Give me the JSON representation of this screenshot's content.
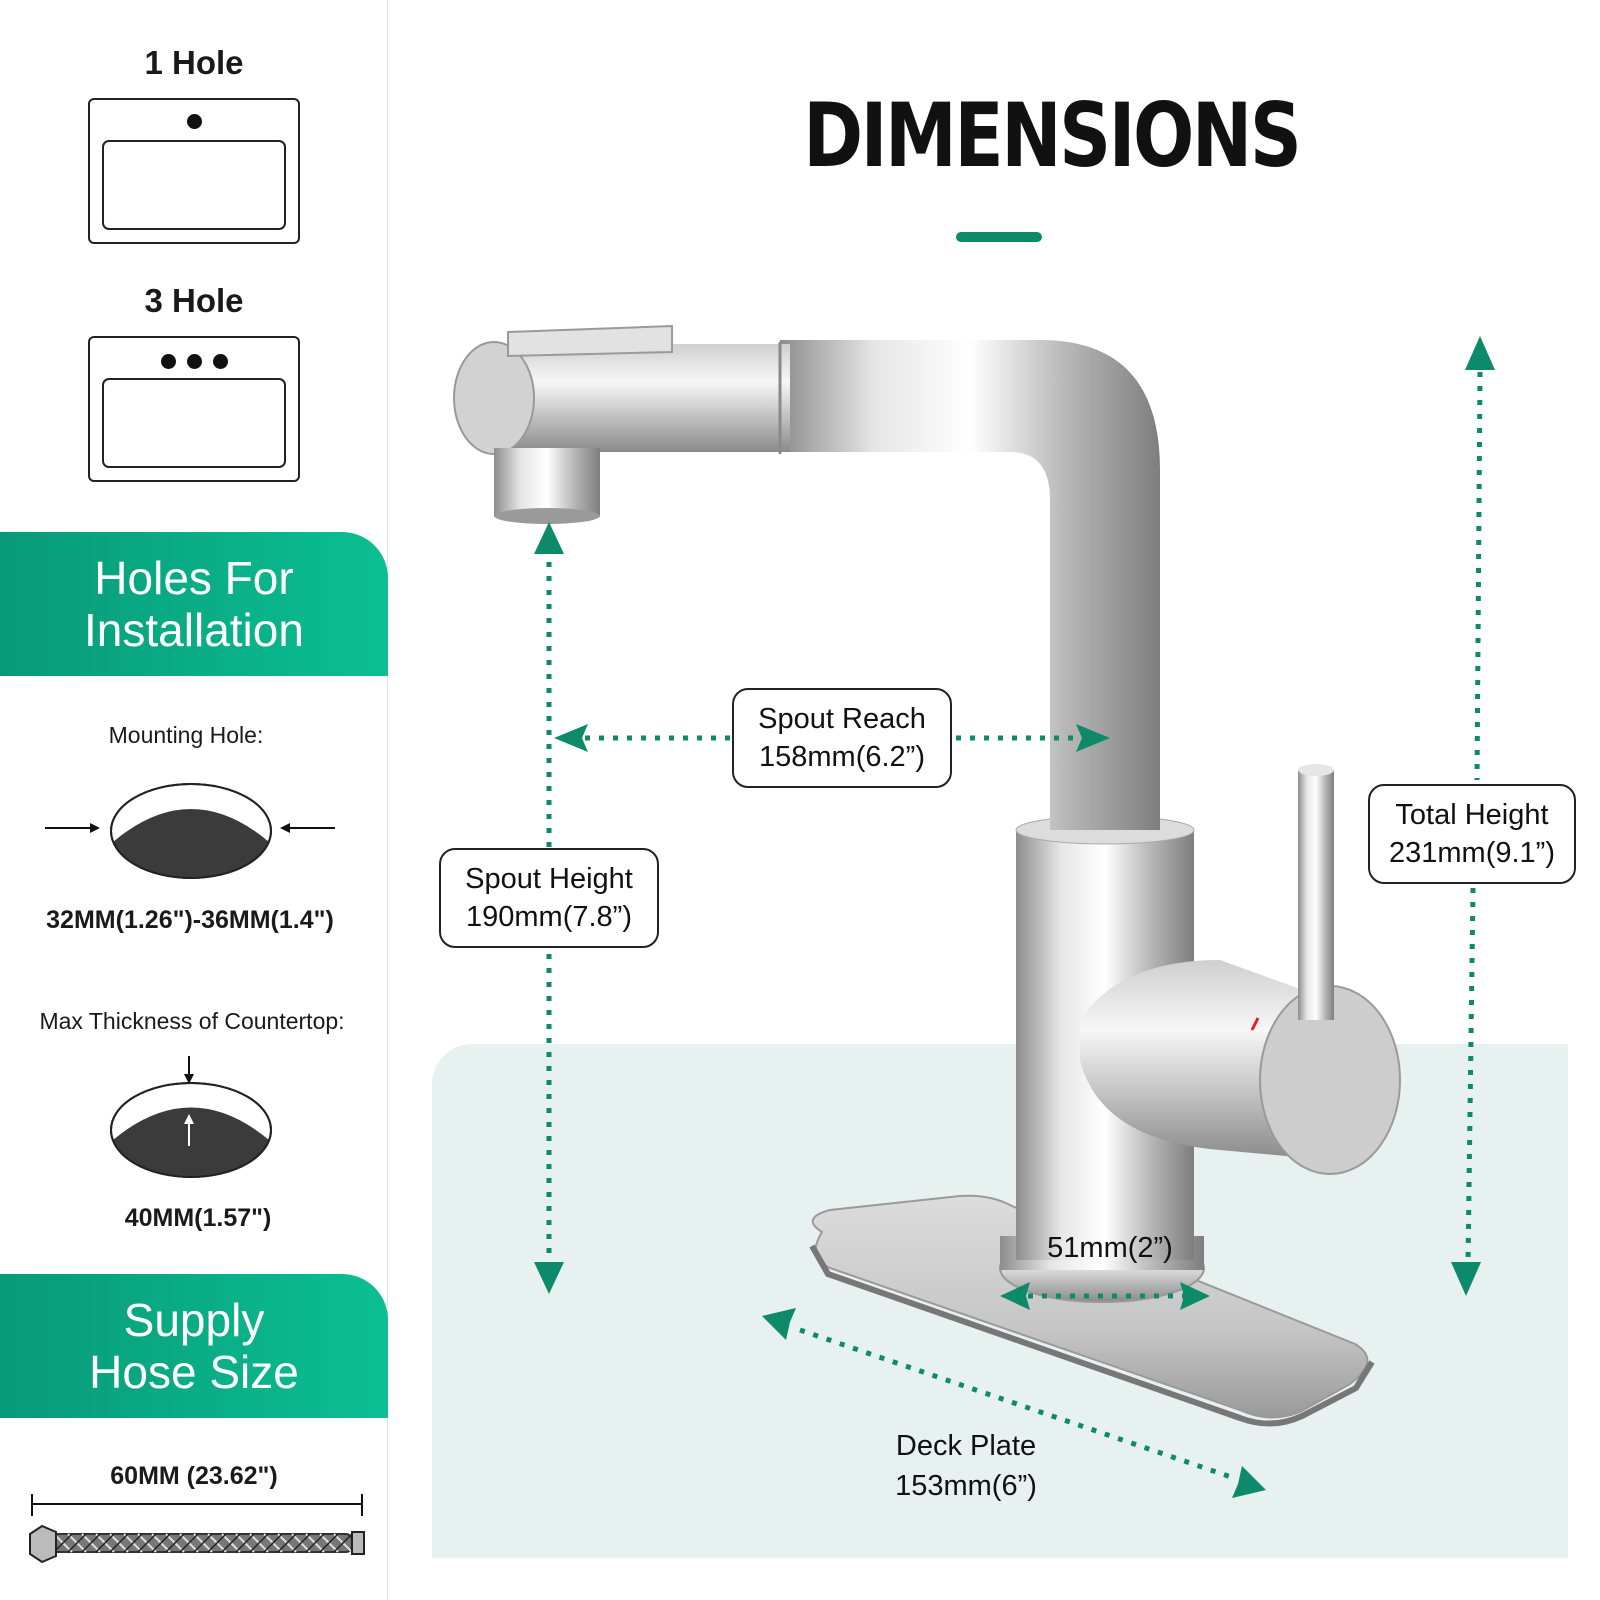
{
  "title": "DIMENSIONS",
  "left": {
    "hole1_label": "1 Hole",
    "hole3_label": "3 Hole",
    "banner1": {
      "line1": "Holes For",
      "line2": "Installation"
    },
    "mounting_label": "Mounting Hole:",
    "mounting_value": "32MM(1.26\")-36MM(1.4\")",
    "thickness_label": "Max Thickness of Countertop:",
    "thickness_value": "40MM(1.57\")",
    "banner2": {
      "line1": "Supply",
      "line2": "Hose Size"
    },
    "hose_value": "60MM (23.62\")"
  },
  "callouts": {
    "spout_reach": {
      "line1": "Spout Reach",
      "line2": "158mm(6.2”)"
    },
    "spout_height": {
      "line1": "Spout Height",
      "line2": "190mm(7.8”)"
    },
    "total_height": {
      "line1": "Total Height",
      "line2": "231mm(9.1”)"
    },
    "base": "51mm(2”)",
    "deck_plate": {
      "line1": "Deck Plate",
      "line2": "153mm(6”)"
    }
  },
  "colors": {
    "accent": "#0c8a6a",
    "banner": "#0bbf92",
    "floor": "#e7f1ef"
  }
}
